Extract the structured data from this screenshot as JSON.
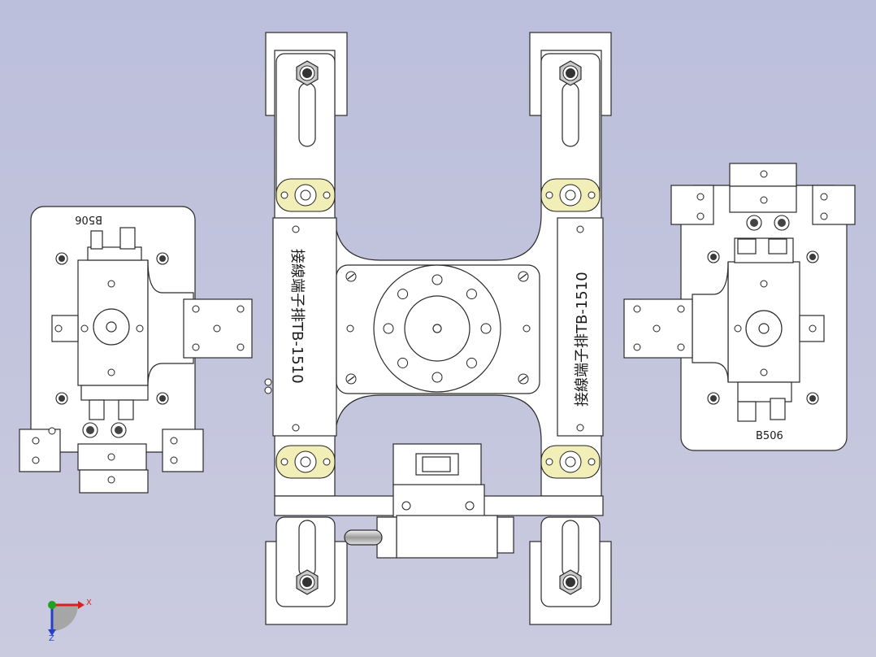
{
  "drawing": {
    "plate_label_left": "接線端子排TB-1510",
    "plate_label_right": "接線端子排TB-1510",
    "part_code_left": "B506",
    "part_code_right": "B506",
    "colors": {
      "background": "#c0c2dc",
      "part_fill": "#ffffff",
      "outline": "#2a2a2a",
      "bushing": "#f1eeb7",
      "axis_x": "#d9221f",
      "axis_y": "#1fa31f",
      "axis_z": "#2541c9"
    }
  },
  "triad": {
    "x_label": "X",
    "z_label": "Z"
  }
}
